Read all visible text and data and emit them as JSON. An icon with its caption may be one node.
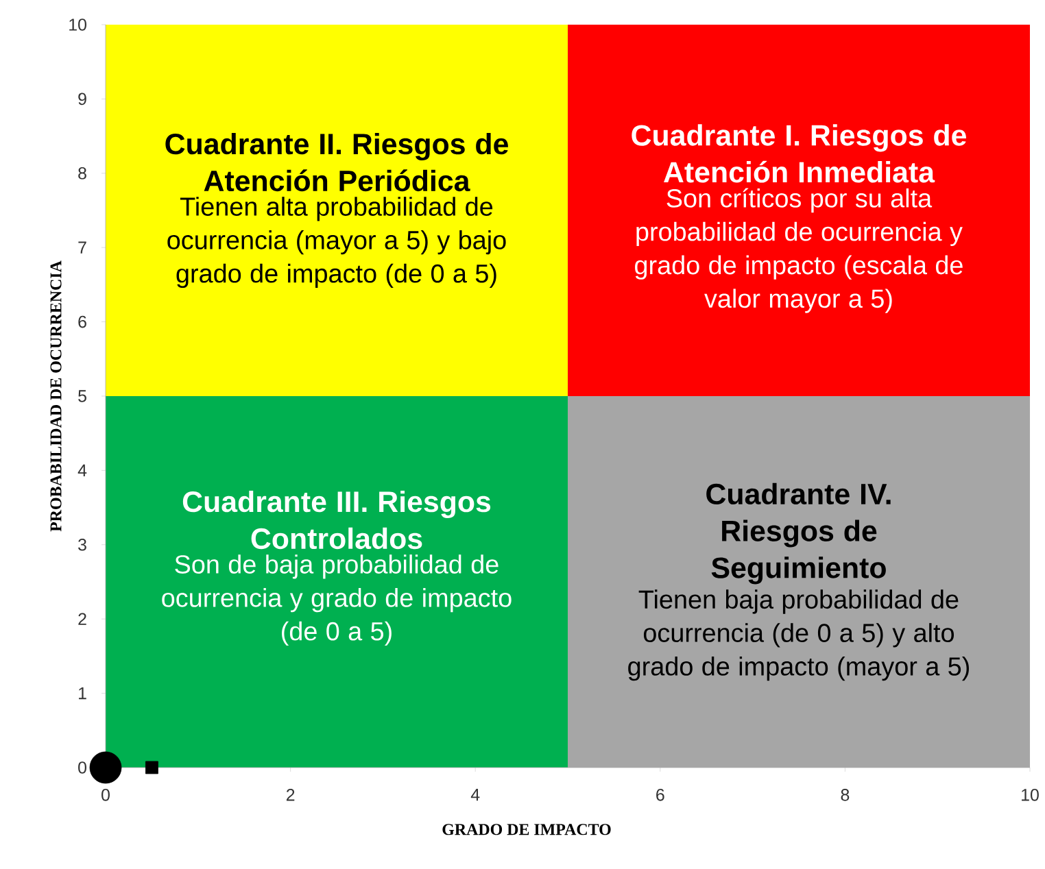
{
  "diagram": {
    "nodes": [
      {
        "text": [
          "Cuadrante II. Riesgos de Atención Periódica",
          "Tienen alta probabilidad de ocurrencia (mayor a 5) y bajo grado de impacto (de 0 a 5)"
        ]
      },
      {
        "text": [
          "Cuadrante I. Riesgos de Atención Inmediata",
          "Son críticos por su alta probabilidad de ocurrencia y grado de impacto (escala de valor mayor a 5)"
        ]
      },
      {
        "text": [
          "Cuadrante III. Riesgos Controlados",
          "Son de baja probabilidad de ocurrencia y grado de impacto (de 0 a 5)"
        ]
      },
      {
        "text": [
          "Cuadrante IV. Riesgos de Seguimiento",
          "Tienen baja probabilidad de ocurrencia (de 0  a 5) y alto grado de impacto (mayor a 5)"
        ]
      }
    ],
    "chart_data": {
      "type": "scatter",
      "xlabel": "GRADO DE IMPACTO",
      "ylabel": "PROBABILIDAD DE OCURRENCIA",
      "x": [
        0,
        0.5
      ],
      "series": [
        {
          "color": "#000000",
          "values": [
            0,
            null
          ]
        },
        {
          "color": "#000000",
          "values": [
            null,
            0
          ]
        }
      ],
      "xlim": [
        0,
        10
      ],
      "ylim": [
        0,
        10
      ],
      "xticks": [
        0,
        2,
        4,
        6,
        8,
        10
      ],
      "yticks": [
        0,
        1,
        2,
        3,
        4,
        5,
        6,
        7,
        8,
        9,
        10
      ]
    }
  }
}
